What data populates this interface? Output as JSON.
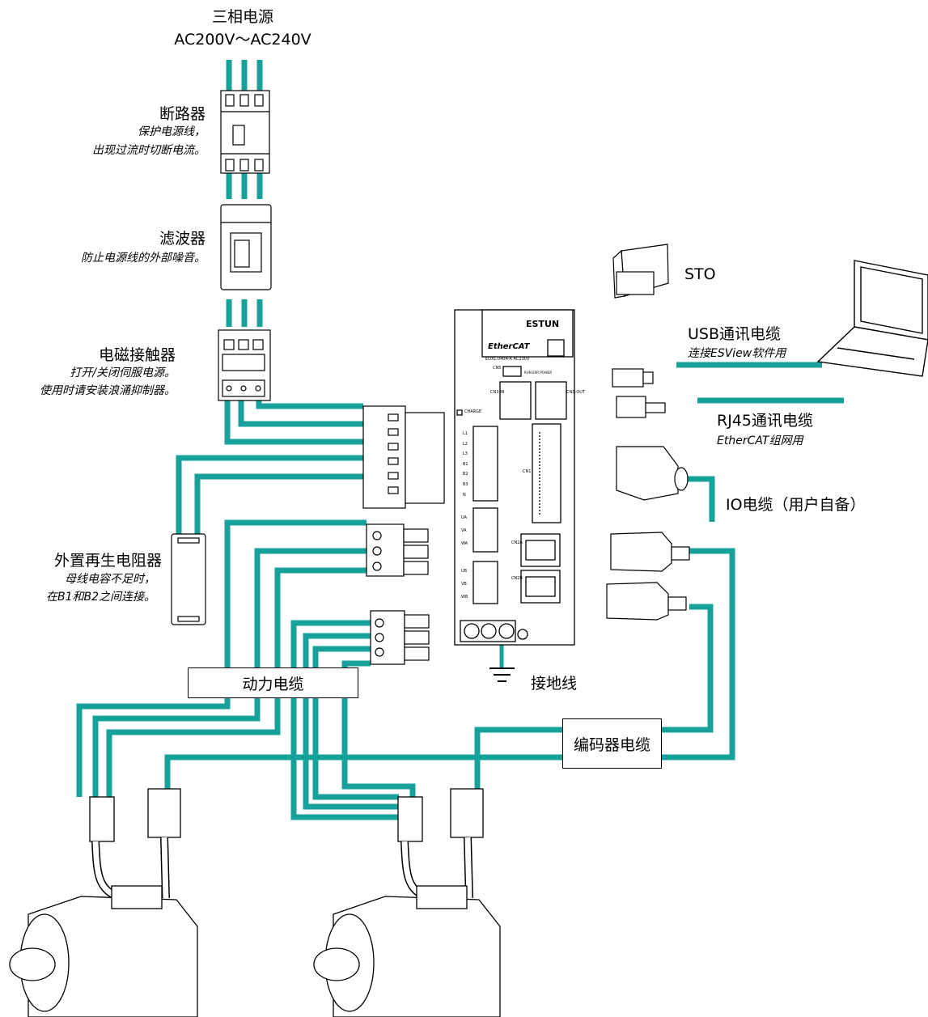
{
  "power": {
    "title": "三相电源",
    "spec": "AC200V～AC240V"
  },
  "breaker": {
    "title": "断路器",
    "desc1": "保护电源线，",
    "desc2": "出现过流时切断电流。"
  },
  "filter": {
    "title": "滤波器",
    "desc": "防止电源线的外部噪音。"
  },
  "contactor": {
    "title": "电磁接触器",
    "desc1": "打开/关闭伺服电源。",
    "desc2": "使用时请安装浪涌抑制器。"
  },
  "resistor": {
    "title": "外置再生电阻器",
    "desc1": "母线电容不足时，",
    "desc2": "在B1和B2之间连接。"
  },
  "sto": {
    "title": "STO"
  },
  "usb": {
    "title": "USB通讯电缆",
    "desc": "连接ESView软件用"
  },
  "rj45": {
    "title": "RJ45通讯电缆",
    "desc": "EtherCAT组网用"
  },
  "io": {
    "title": "IO电缆（用户自备）"
  },
  "ground": {
    "title": "接地线"
  },
  "power_cable": {
    "title": "动力电缆"
  },
  "encoder_cable": {
    "title": "编码器电缆"
  },
  "drive": {
    "brand": "ESTUN",
    "fieldbus": "EtherCAT",
    "model": "EDXL-040A-A AC230V",
    "charge": "CHARGE",
    "leds": "RUN ERR POWER",
    "ports": {
      "cn5": "CN5",
      "cn3_in": "CN3-IN",
      "cn3_out": "CN3-OUT",
      "cn1": "CN1",
      "cn2a": "CN2A",
      "cn2b": "CN2B"
    },
    "terminals": [
      "L1",
      "L2",
      "L3",
      "B1",
      "B2",
      "B3",
      "N"
    ],
    "uvw_a": [
      "UA",
      "VA",
      "WA"
    ],
    "uvw_b": [
      "UB",
      "VB",
      "WB"
    ]
  },
  "colors": {
    "cable": "#17a19a",
    "line": "#000000",
    "panel": "#ffffff"
  }
}
